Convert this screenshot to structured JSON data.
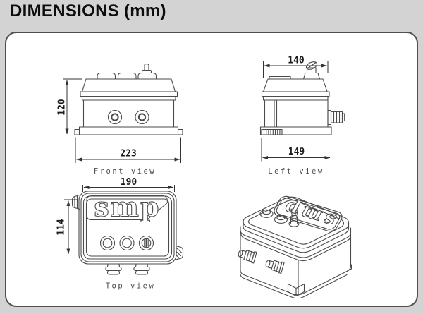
{
  "page": {
    "title": "DIMENSIONS (mm)"
  },
  "colors": {
    "background": "#d3d3d3",
    "panel": "#ffffff",
    "line": "#4a4a4a",
    "dimension_text": "#1c1c1c"
  },
  "views": {
    "front": {
      "label": "Front view",
      "height_mm": "120",
      "width_mm": "223"
    },
    "left": {
      "label": "Left view",
      "top_width_mm": "140",
      "bottom_width_mm": "149"
    },
    "top": {
      "label": "Top view",
      "width_mm": "190",
      "depth_mm": "114",
      "logo": "smp"
    },
    "iso": {
      "logo": "smp"
    }
  }
}
